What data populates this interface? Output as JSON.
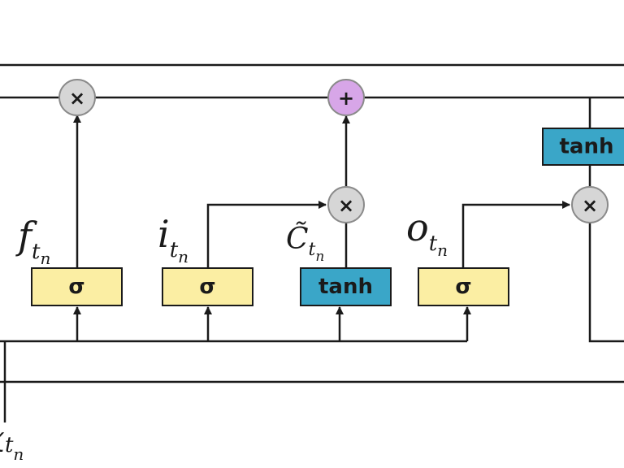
{
  "gates": {
    "forget": {
      "activation": "σ",
      "variable": "f",
      "sub": "t",
      "subsub": "n"
    },
    "input": {
      "activation": "σ",
      "variable": "i",
      "sub": "t",
      "subsub": "n"
    },
    "candidate": {
      "activation": "tanh",
      "variable": "C̃",
      "sub": "t",
      "subsub": "n"
    },
    "output": {
      "activation": "σ",
      "variable": "o",
      "sub": "t",
      "subsub": "n"
    }
  },
  "cell_tanh": {
    "activation": "tanh"
  },
  "operators": {
    "forget_multiply": "×",
    "cell_add": "+",
    "input_multiply": "×",
    "output_multiply": "×"
  },
  "input_label": {
    "variable": "x",
    "sub": "t",
    "subsub": "n"
  },
  "colors": {
    "sigma_box": "#fbeea3",
    "tanh_box": "#3aa6c8",
    "multiply_node": "#d6d6d6",
    "add_node": "#d7a6e8"
  }
}
